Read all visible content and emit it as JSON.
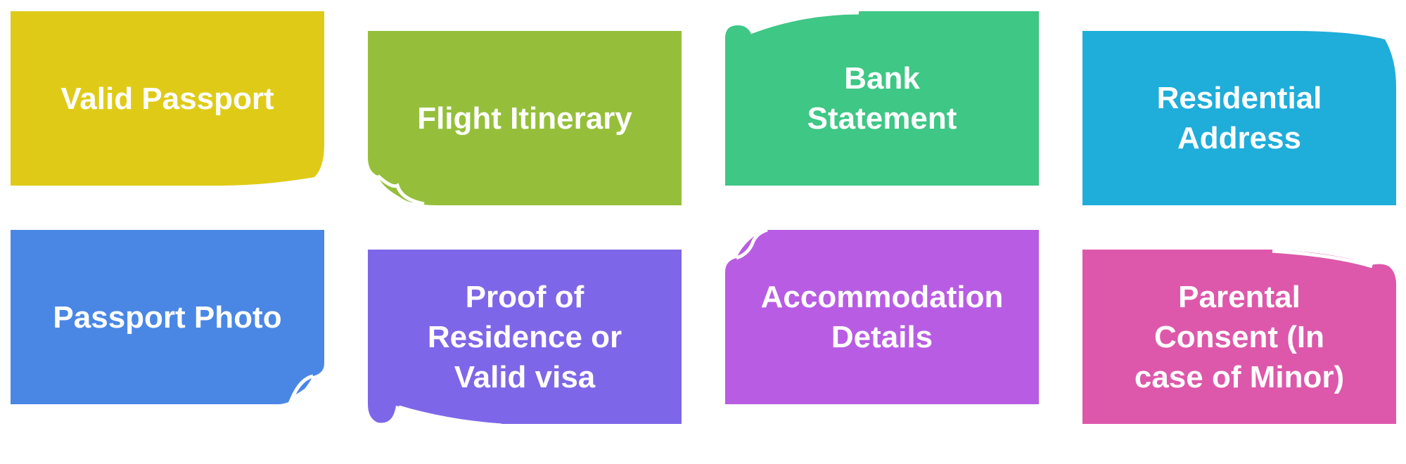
{
  "cards": [
    {
      "label": "Valid Passport",
      "color": "#dfcb17"
    },
    {
      "label": "Flight Itinerary",
      "color": "#95bf3b"
    },
    {
      "label": "Bank\nStatement",
      "color": "#3ec785"
    },
    {
      "label": "Residential\nAddress",
      "color": "#1fadda"
    },
    {
      "label": "Passport Photo",
      "color": "#4a87e5"
    },
    {
      "label": "Proof of\nResidence or\nValid visa",
      "color": "#7d67e8"
    },
    {
      "label": "Accommodation\nDetails",
      "color": "#b85de3"
    },
    {
      "label": "Parental\nConsent (In\ncase of Minor)",
      "color": "#dd58aa"
    }
  ]
}
